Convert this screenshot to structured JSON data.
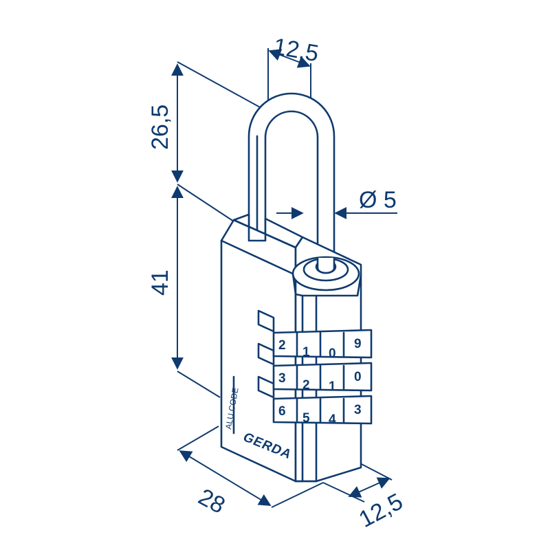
{
  "dimensions": {
    "shackle_clearance_width": "12,5",
    "shackle_height": "26,5",
    "body_height": "41",
    "shackle_diameter": "Ø 5",
    "body_width": "28",
    "body_depth": "12,5"
  },
  "wheels": {
    "row1": [
      "2",
      "1",
      "0",
      "9"
    ],
    "row2": [
      "3",
      "2",
      "1",
      "0"
    ],
    "row3": [
      "6",
      "5",
      "4",
      "3"
    ]
  },
  "branding": {
    "brand": "GERDA",
    "model": "ALU CODE"
  },
  "colors": {
    "line": "#0f3a6e",
    "background": "#ffffff"
  }
}
